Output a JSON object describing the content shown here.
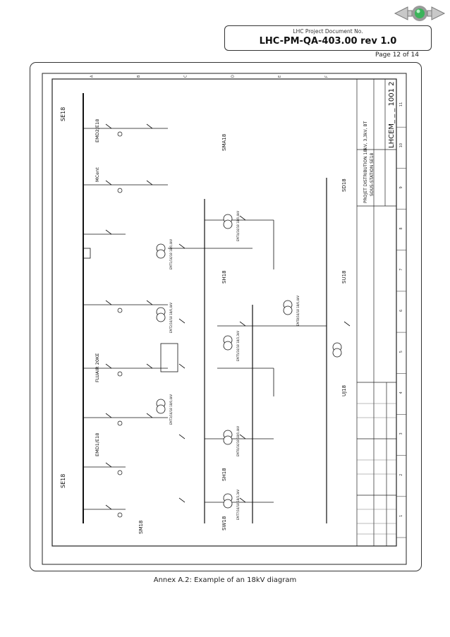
{
  "header": {
    "doc_label": "LHC Project Document No.",
    "doc_number": "LHC-PM-QA-403.00 rev 1.0",
    "page": "Page 12 of 14"
  },
  "nav": {
    "icons": [
      "back-arrow-icon",
      "home-icon",
      "forward-arrow-icon"
    ]
  },
  "diagram": {
    "title_block": {
      "title_line1": "PROJET DISTRIBUTION 18kV, 3,3kV, BT",
      "title_line2": "SOUS-STATION SE18",
      "sheet": "LHCEM_ _ _ 1001 2"
    },
    "zones": [
      "SE18",
      "SE18",
      "SMA18",
      "SD18",
      "SH18",
      "SH18",
      "SU18",
      "UJ18",
      "SM18",
      "SW18"
    ],
    "feeders": [
      "EMD1/E18",
      "FLUAIR 20KE",
      "MCent",
      "EMD2/E18"
    ],
    "transformers": [
      "EMT1/16/18 18/0,4kV",
      "EMT2/16/18 18/0,4kV",
      "EMT3/16/18 18/0,4kV",
      "EMT4/16/18 18/0,4kV",
      "EMT5/16/18 18/3,3kV",
      "EMT6/16/18 18/0,4kV",
      "EMT7/16/18 18/3,3kV",
      "EMT8/16/18 18/0,4kV"
    ],
    "column_numbers": [
      "1",
      "2",
      "3",
      "4",
      "5",
      "6",
      "7",
      "8",
      "9",
      "10",
      "11"
    ],
    "row_letters": [
      "A",
      "B",
      "C",
      "D",
      "E",
      "F"
    ]
  },
  "caption": "Annex A.2: Example of an 18kV diagram"
}
